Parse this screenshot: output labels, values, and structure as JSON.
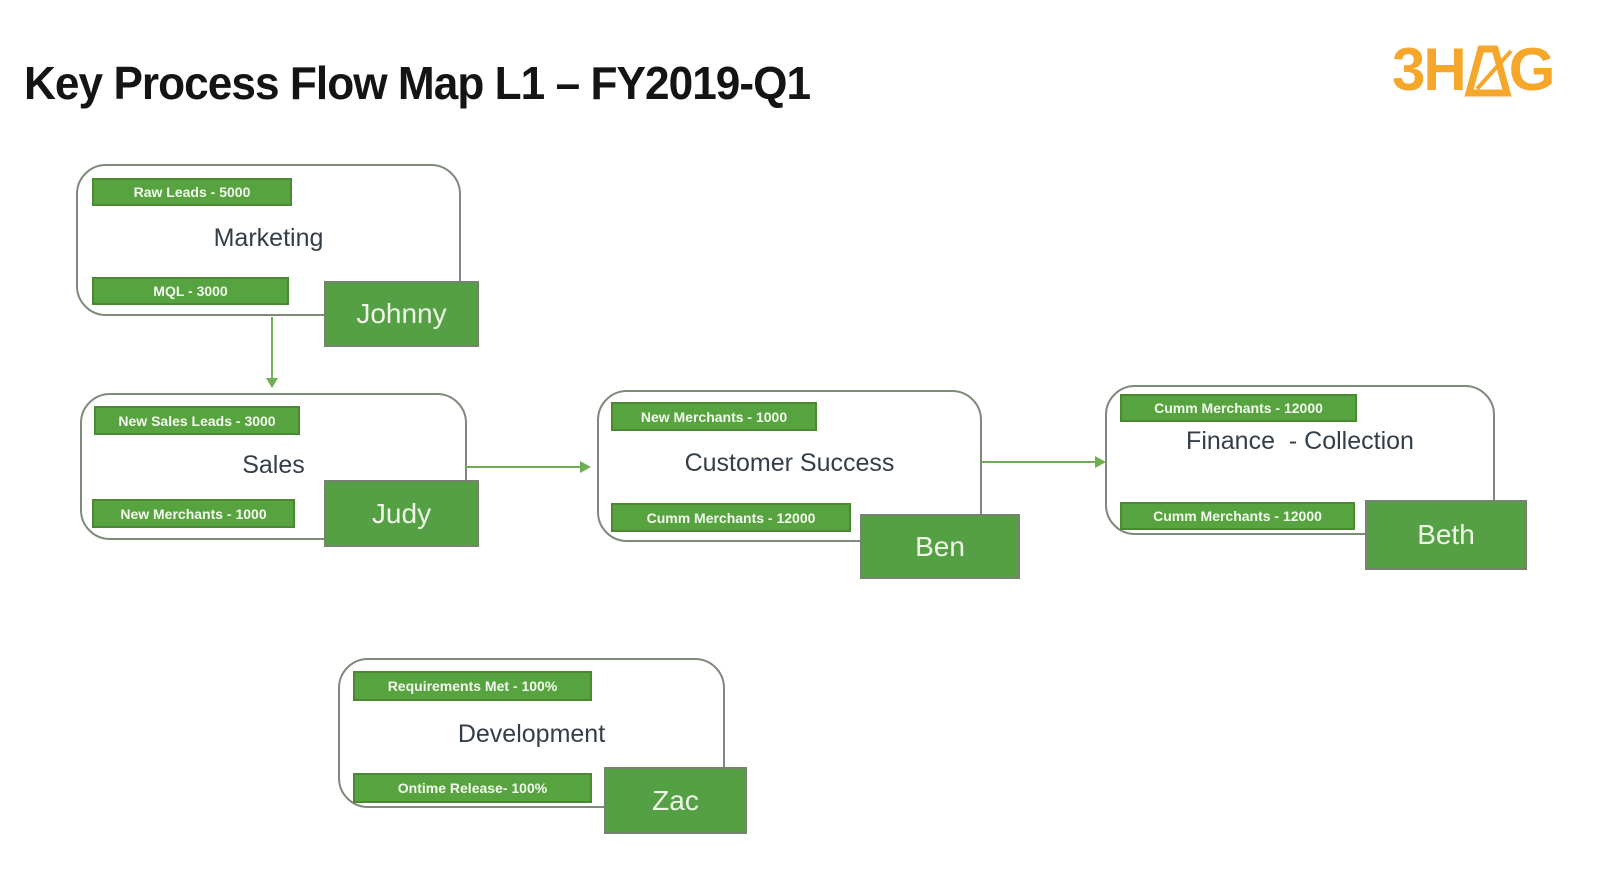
{
  "page": {
    "title": "Key Process Flow Map L1 – FY2019-Q1"
  },
  "logo": {
    "prefix": "3H",
    "suffix": "G",
    "icon": "metronome-icon",
    "color": "#F5A72B"
  },
  "colors": {
    "box_green": "#55A044",
    "badge_green": "#57A33F",
    "badge_border_green": "#4A8931",
    "arrow_green": "#70AC53",
    "container_border": "#7E8A7A",
    "title_text": "#141414",
    "node_title_text": "#333E49"
  },
  "nodes": [
    {
      "id": "marketing",
      "title": "Marketing",
      "owner": "Johnny",
      "top_metric": "Raw Leads - 5000",
      "bottom_metric": "MQL - 3000"
    },
    {
      "id": "sales",
      "title": "Sales",
      "owner": "Judy",
      "top_metric": "New Sales Leads - 3000",
      "bottom_metric": "New Merchants - 1000"
    },
    {
      "id": "customer-success",
      "title": "Customer Success",
      "owner": "Ben",
      "top_metric": "New Merchants - 1000",
      "bottom_metric": "Cumm Merchants - 12000"
    },
    {
      "id": "finance",
      "title": "Finance  - Collection",
      "owner": "Beth",
      "top_metric": "Cumm Merchants - 12000",
      "bottom_metric": "Cumm Merchants - 12000"
    },
    {
      "id": "development",
      "title": "Development",
      "owner": "Zac",
      "top_metric": "Requirements Met - 100%",
      "bottom_metric": "Ontime Release- 100%"
    }
  ],
  "connections": [
    {
      "from": "Marketing",
      "to": "Sales",
      "direction": "down"
    },
    {
      "from": "Sales",
      "to": "Customer Success",
      "direction": "right"
    },
    {
      "from": "Customer Success",
      "to": "Finance  - Collection",
      "direction": "right"
    }
  ]
}
